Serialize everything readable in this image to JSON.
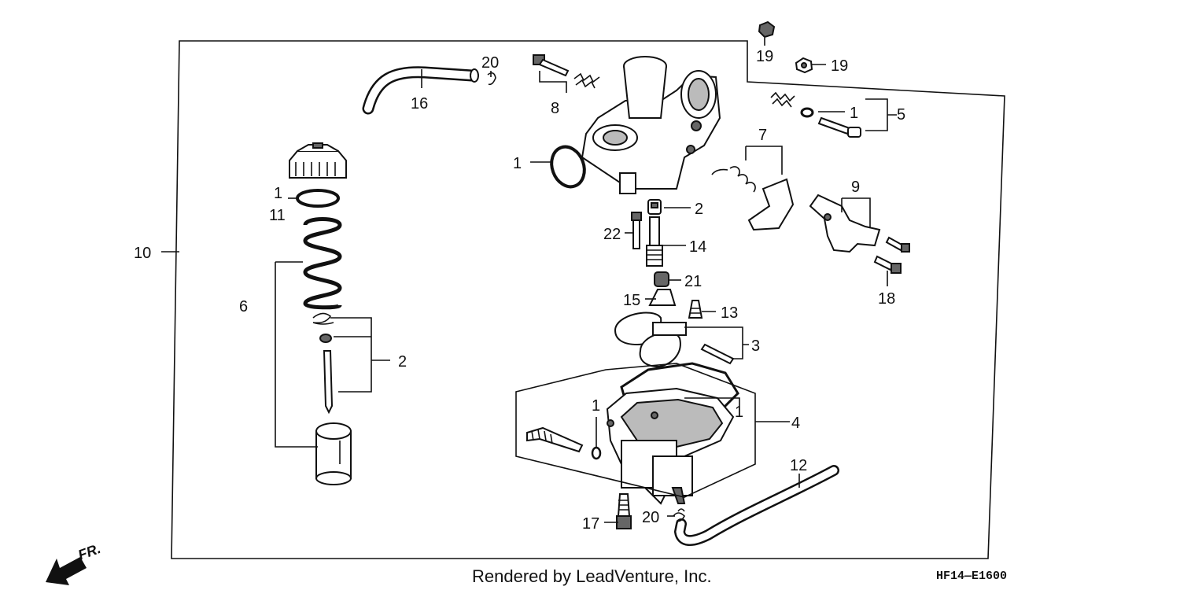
{
  "diagram": {
    "callouts": {
      "c10": "10",
      "c16": "16",
      "c20a": "20",
      "c8": "8",
      "c19a": "19",
      "c19b": "19",
      "c5": "5",
      "c1e": "1",
      "c1a": "1",
      "c7": "7",
      "c9": "9",
      "c2a": "2",
      "c22": "22",
      "c14": "14",
      "c21": "21",
      "c15": "15",
      "c13": "13",
      "c3": "3",
      "c18": "18",
      "c1b": "1",
      "c11": "11",
      "c6": "6",
      "c2b": "2",
      "c1c": "1",
      "c1d": "1",
      "c4": "4",
      "c12": "12",
      "c17": "17",
      "c20b": "20"
    },
    "direction_label": "FR.",
    "footer": "Rendered by LeadVenture, Inc.",
    "code": "HF14—E1600"
  }
}
